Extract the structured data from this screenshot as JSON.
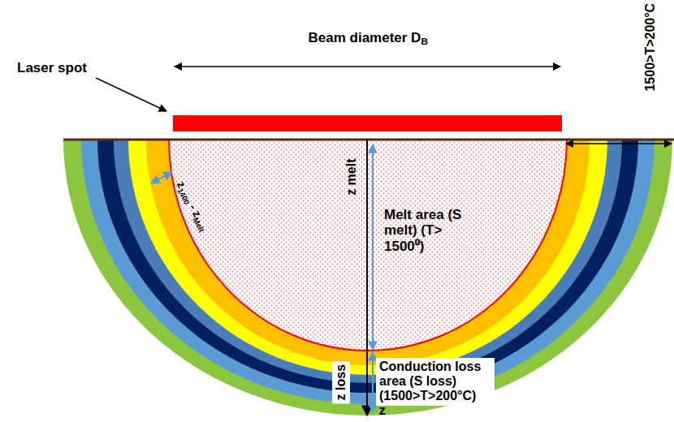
{
  "diagram": {
    "labels": [
      "Laser spot",
      "Beam diameter D",
      "B",
      "1500>T>200°C",
      "z melt",
      "Melt area (S melt) (T> 1500⁰)",
      "z",
      "1400",
      "- z",
      "Melt",
      "Conduction loss area (S loss) (1500>T>200°C)",
      "z loss",
      "z"
    ]
  }
}
